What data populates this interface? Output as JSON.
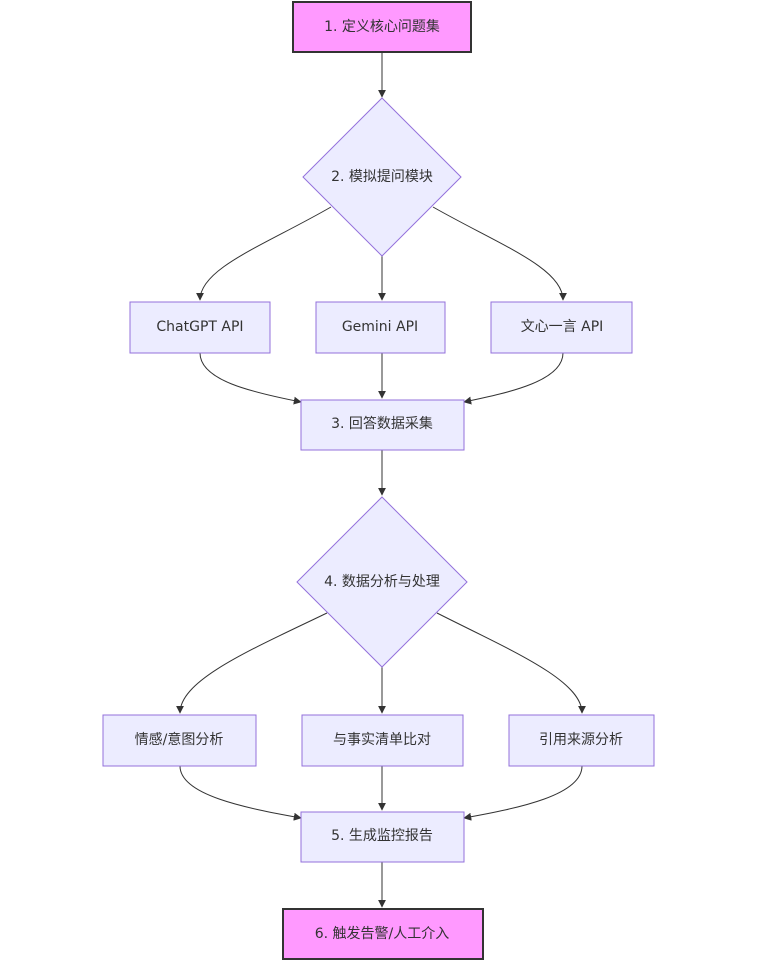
{
  "nodes": {
    "n1": {
      "label": "1. 定义核心问题集",
      "kind": "terminal"
    },
    "n2": {
      "label": "2. 模拟提问模块",
      "kind": "decision"
    },
    "chatgpt": {
      "label": "ChatGPT API",
      "kind": "process"
    },
    "gemini": {
      "label": "Gemini API",
      "kind": "process"
    },
    "wenxin": {
      "label": "文心一言 API",
      "kind": "process"
    },
    "n3": {
      "label": "3. 回答数据采集",
      "kind": "process"
    },
    "n4": {
      "label": "4. 数据分析与处理",
      "kind": "decision"
    },
    "sentiment": {
      "label": "情感/意图分析",
      "kind": "process"
    },
    "factcheck": {
      "label": "与事实清单比对",
      "kind": "process"
    },
    "citation": {
      "label": "引用来源分析",
      "kind": "process"
    },
    "n5": {
      "label": "5. 生成监控报告",
      "kind": "process"
    },
    "n6": {
      "label": "6. 触发告警/人工介入",
      "kind": "terminal"
    }
  },
  "edges": [
    [
      "n1",
      "n2"
    ],
    [
      "n2",
      "chatgpt"
    ],
    [
      "n2",
      "gemini"
    ],
    [
      "n2",
      "wenxin"
    ],
    [
      "chatgpt",
      "n3"
    ],
    [
      "gemini",
      "n3"
    ],
    [
      "wenxin",
      "n3"
    ],
    [
      "n3",
      "n4"
    ],
    [
      "n4",
      "sentiment"
    ],
    [
      "n4",
      "factcheck"
    ],
    [
      "n4",
      "citation"
    ],
    [
      "sentiment",
      "n5"
    ],
    [
      "factcheck",
      "n5"
    ],
    [
      "citation",
      "n5"
    ],
    [
      "n5",
      "n6"
    ]
  ],
  "colors": {
    "terminal_fill": "#FF99FF",
    "process_fill": "#ECECFF",
    "process_stroke": "#9370DB",
    "edge": "#333333",
    "text": "#333333"
  }
}
